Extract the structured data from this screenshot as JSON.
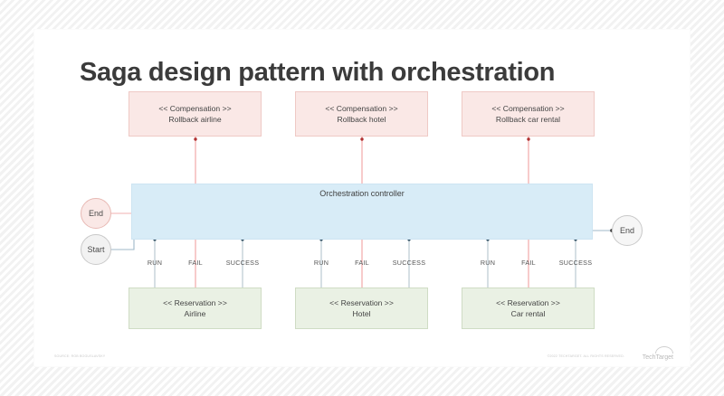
{
  "page": {
    "title": "Saga design pattern with orchestration"
  },
  "band": {
    "label": "Orchestration controller",
    "color": "#d8ecf7"
  },
  "nodes": {
    "end_left": "End",
    "start": "Start",
    "end_right": "End"
  },
  "compensation_boxes": [
    {
      "stereotype": "<< Compensation >>",
      "name": "Rollback airline"
    },
    {
      "stereotype": "<< Compensation >>",
      "name": "Rollback hotel"
    },
    {
      "stereotype": "<< Compensation >>",
      "name": "Rollback car rental"
    }
  ],
  "reservation_boxes": [
    {
      "stereotype": "<< Reservation >>",
      "name": "Airline"
    },
    {
      "stereotype": "<< Reservation >>",
      "name": "Hotel"
    },
    {
      "stereotype": "<< Reservation >>",
      "name": "Car rental"
    }
  ],
  "step_labels": [
    {
      "run": "RUN",
      "fail": "FAIL",
      "success": "SUCCESS"
    },
    {
      "run": "RUN",
      "fail": "FAIL",
      "success": "SUCCESS"
    },
    {
      "run": "RUN",
      "fail": "FAIL",
      "success": "SUCCESS"
    }
  ],
  "colors": {
    "compensation_fill": "#fae8e6",
    "compensation_stroke": "#efc9c5",
    "reservation_fill": "#eaf1e4",
    "reservation_stroke": "#cfdcc4",
    "band_fill": "#d8ecf7",
    "fail_line": "#f0a7a7",
    "success_line": "#9fb8c8",
    "title_color": "#3b3b3b"
  },
  "footer": {
    "left_note": "SOURCE: ROB BOGUSLAVSKY",
    "right_note": "©2022 TECHTARGET. ALL RIGHTS RESERVED.",
    "brand": "TechTarget"
  }
}
